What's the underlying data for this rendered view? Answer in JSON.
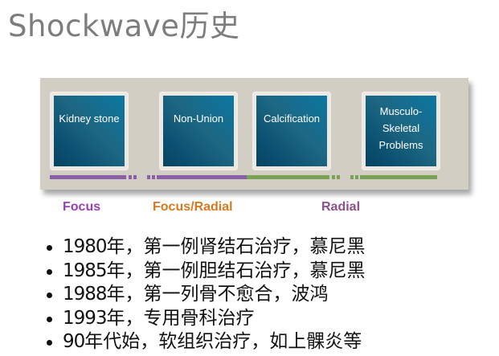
{
  "title": "Shockwave历史",
  "timeline": {
    "tiles": [
      {
        "label": "Kidney stone"
      },
      {
        "label": "Non-Union"
      },
      {
        "label": "Calcification"
      },
      {
        "label": "Musculo-\nSkeletal\nProblems"
      }
    ],
    "segments": [
      {
        "label": "Focus",
        "color": "#9b3fb5"
      },
      {
        "label": "Focus/Radial",
        "color": "#d9791f"
      },
      {
        "label": "Radial",
        "color": "#8e4f8a"
      }
    ],
    "bar_colors": {
      "focus": "#8a5ea8",
      "radial": "#7aa254"
    },
    "tile_color": "#0f6a8e",
    "panel_color": "#d3cec4"
  },
  "bullets": [
    {
      "year": "1980",
      "text": "年，第一例肾结石治疗，慕尼黑"
    },
    {
      "year": "1985",
      "text": "年，第一例胆结石治疗，慕尼黑"
    },
    {
      "year": "1988",
      "text": "年，第一列骨不愈合，波鸿"
    },
    {
      "year": "1993",
      "text": "年，专用骨科治疗"
    },
    {
      "year": "90",
      "text": "年代始，软组织治疗，如上髁炎等"
    }
  ]
}
